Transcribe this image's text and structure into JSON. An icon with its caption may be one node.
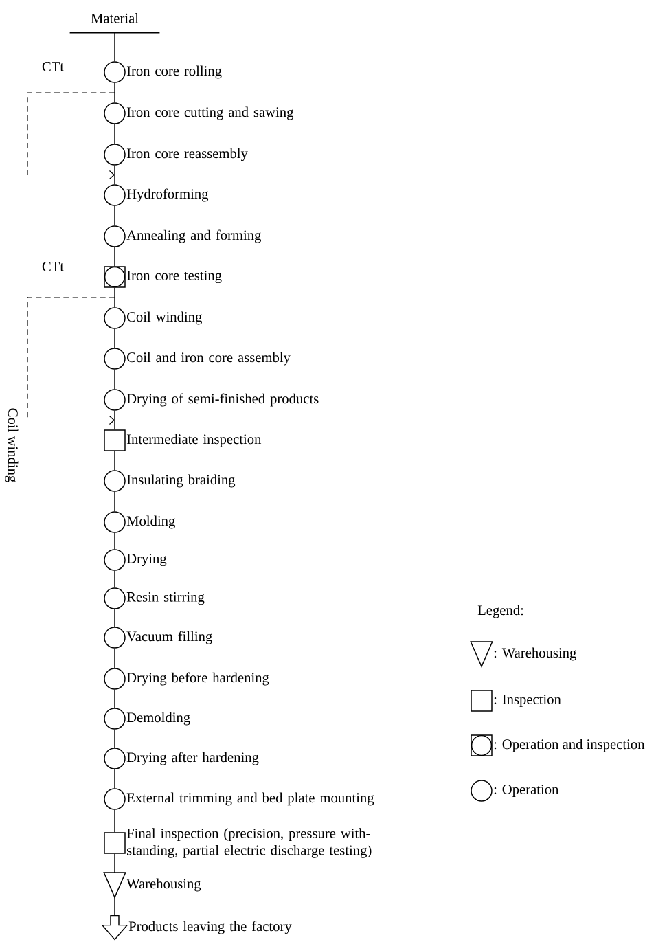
{
  "diagram": {
    "nodes": [
      {
        "text": [
          "Material"
        ]
      },
      {
        "text": [],
        "shape": "circle",
        "beside": [
          "Iron core rolling"
        ]
      },
      {
        "text": [],
        "shape": "circle",
        "beside": [
          "Iron core cutting and sawing"
        ]
      },
      {
        "text": [],
        "shape": "circle",
        "beside": [
          "Iron core reassembly"
        ]
      },
      {
        "text": [],
        "shape": "circle",
        "beside": [
          "Hydroforming"
        ]
      },
      {
        "text": [],
        "shape": "circle",
        "beside": [
          "Annealing and forming"
        ]
      },
      {
        "text": [],
        "shape": "boxed-circle",
        "beside": [
          "Iron core testing"
        ]
      },
      {
        "text": [],
        "shape": "circle",
        "beside": [
          "Coil winding"
        ]
      },
      {
        "text": [],
        "shape": "circle",
        "beside": [
          "Coil and iron core assembly"
        ]
      },
      {
        "text": [],
        "shape": "circle",
        "beside": [
          "Drying of semi-finished products"
        ]
      },
      {
        "text": [],
        "shape": "box",
        "beside": [
          "Intermediate inspection"
        ]
      },
      {
        "text": [],
        "shape": "circle",
        "beside": [
          "Insulating braiding"
        ]
      },
      {
        "text": [],
        "shape": "circle",
        "beside": [
          "Molding"
        ]
      },
      {
        "text": [],
        "shape": "circle",
        "beside": [
          "Drying"
        ]
      },
      {
        "text": [],
        "shape": "circle",
        "beside": [
          "Resin stirring"
        ]
      },
      {
        "text": [],
        "shape": "circle",
        "beside": [
          "Vacuum filling"
        ]
      },
      {
        "text": [],
        "shape": "circle",
        "beside": [
          "Drying before hardening"
        ]
      },
      {
        "text": [],
        "shape": "circle",
        "beside": [
          "Demolding"
        ]
      },
      {
        "text": [],
        "shape": "circle",
        "beside": [
          "Drying after hardening"
        ]
      },
      {
        "text": [],
        "shape": "circle",
        "beside": [
          "External trimming and bed plate mounting"
        ]
      },
      {
        "text": [],
        "shape": "box",
        "beside": [
          "Final inspection (precision, pressure with-standing, partial electric discharge testing)"
        ]
      },
      {
        "text": [],
        "shape": "triangle",
        "beside": [
          "Warehousing"
        ]
      },
      {
        "text": [],
        "shape": "arrow",
        "beside": [
          "Products leaving the factory"
        ]
      }
    ],
    "edges": [
      {
        "from": 0,
        "to": 1,
        "arrow": "none"
      },
      {
        "from": 1,
        "to": 2,
        "arrow": "none"
      },
      {
        "from": 2,
        "to": 3,
        "arrow": "none"
      },
      {
        "from": 3,
        "to": 4,
        "arrow": "none"
      },
      {
        "from": 4,
        "to": 5,
        "arrow": "none"
      },
      {
        "from": 5,
        "to": 6,
        "arrow": "none"
      },
      {
        "from": 6,
        "to": 7,
        "arrow": "none"
      },
      {
        "from": 7,
        "to": 8,
        "arrow": "none"
      },
      {
        "from": 8,
        "to": 9,
        "arrow": "none"
      },
      {
        "from": 9,
        "to": 10,
        "arrow": "none"
      },
      {
        "from": 10,
        "to": 11,
        "arrow": "none"
      },
      {
        "from": 11,
        "to": 12,
        "arrow": "none"
      },
      {
        "from": 12,
        "to": 13,
        "arrow": "none"
      },
      {
        "from": 13,
        "to": 14,
        "arrow": "none"
      },
      {
        "from": 14,
        "to": 15,
        "arrow": "none"
      },
      {
        "from": 15,
        "to": 16,
        "arrow": "none"
      },
      {
        "from": 16,
        "to": 17,
        "arrow": "none"
      },
      {
        "from": 17,
        "to": 18,
        "arrow": "none"
      },
      {
        "from": 18,
        "to": 19,
        "arrow": "none"
      },
      {
        "from": 19,
        "to": 20,
        "arrow": "none"
      },
      {
        "from": 20,
        "to": 21,
        "arrow": "none"
      },
      {
        "from": 21,
        "to": 22,
        "arrow": "none"
      },
      {
        "from": 1,
        "to": 4,
        "arrow": "to",
        "style": "dashed"
      },
      {
        "from": 6,
        "to": 10,
        "arrow": "to",
        "style": "dashed"
      }
    ],
    "labels": [
      "CTt",
      "CTt",
      "Coil winding",
      "Legend:"
    ],
    "legend": [
      {
        "text": ": Warehousing"
      },
      {
        "text": ": Inspection"
      },
      {
        "text": ": Operation and inspection"
      },
      {
        "text": ": Operation"
      }
    ]
  }
}
